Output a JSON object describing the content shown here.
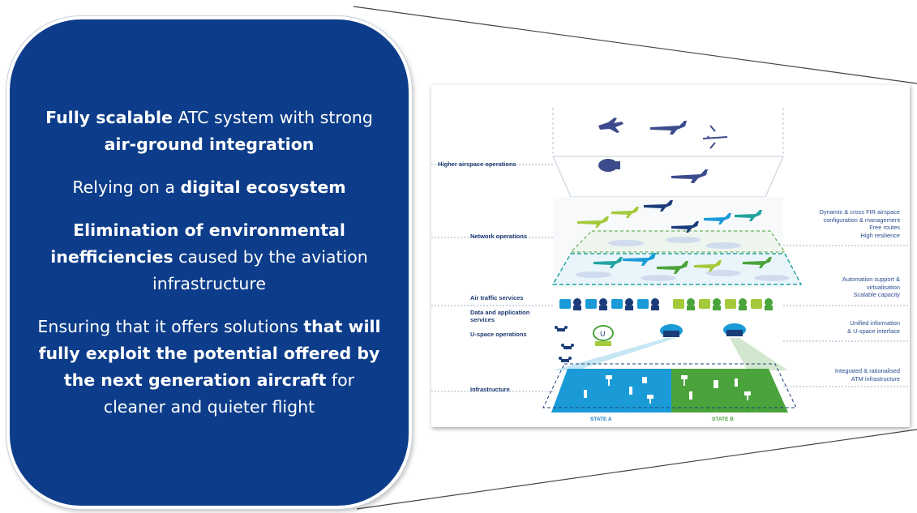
{
  "panel": {
    "p1": {
      "b1": "Fully scalable",
      "t1": " ATC system with strong ",
      "b2": "air-ground integration"
    },
    "p2": {
      "t1": "Relying on a ",
      "b1": "digital ecosystem"
    },
    "p3": {
      "b1": "Elimination of environmental inefficiencies",
      "t1": " caused by the aviation infrastructure"
    },
    "p4": {
      "t1": "Ensuring that it offers solutions ",
      "b1": "that will fully exploit the potential offered by the next generation aircraft",
      "t2": " for cleaner and quieter flight"
    }
  },
  "diagram": {
    "left_labels": {
      "higher": "Higher airspace operations",
      "network": "Network operations",
      "ats": "Air traffic services",
      "data": "Data and application services",
      "uspace": "U-space operations",
      "infra": "Infrastructure"
    },
    "right_labels": {
      "dynamic": "Dynamic & cross FIR airspace\nconfiguration & management\nFree routes\nHigh resilience",
      "automation": "Automation support &\nvirtualisation\nScalable capacity",
      "unified": "Unified information\n& U-space interface",
      "integrated": "Integrated & rationalised\nATM infrastructure"
    },
    "states": {
      "a": "STATE A",
      "b": "STATE B"
    },
    "colors": {
      "navy": "#1a3c78",
      "blue": "#1a9bd7",
      "green": "#4aa33b",
      "lime": "#a4c93a",
      "teal": "#22a3a0"
    }
  }
}
